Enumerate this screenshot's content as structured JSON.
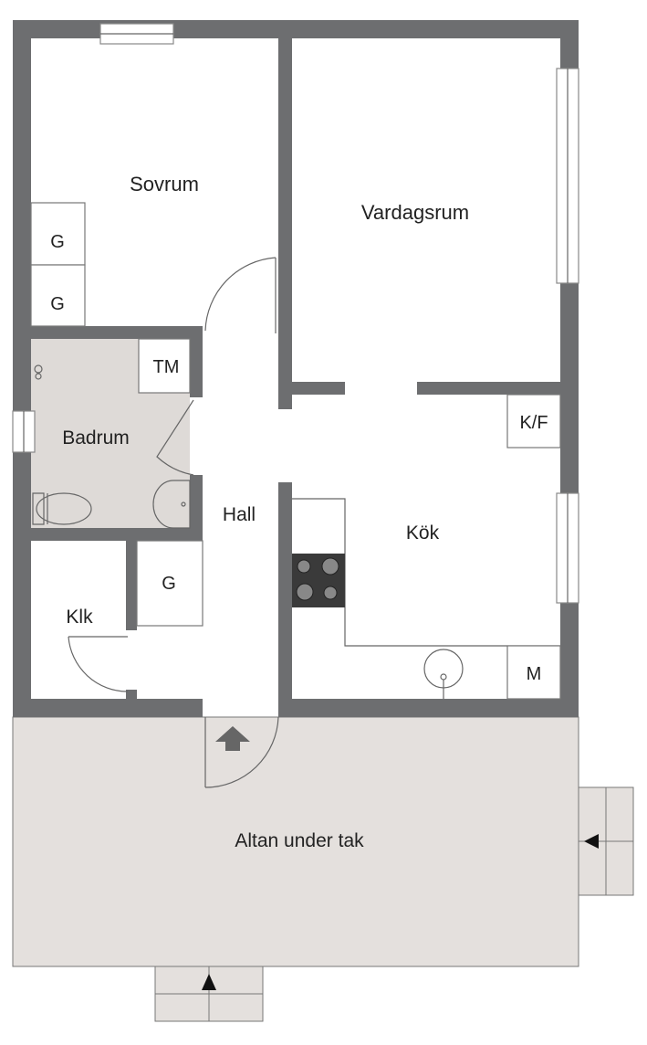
{
  "rooms": {
    "sovrum": "Sovrum",
    "vardagsrum": "Vardagsrum",
    "badrum": "Badrum",
    "hall": "Hall",
    "kok": "Kök",
    "klk": "Klk",
    "altan": "Altan under tak"
  },
  "fixtures": {
    "wardrobe_1": "G",
    "wardrobe_2": "G",
    "wardrobe_hall": "G",
    "washing_machine": "TM",
    "fridge_freezer": "K/F",
    "dishwasher": "M"
  },
  "colors": {
    "wall": "#6d6e70",
    "bathroom_floor": "#dedad7",
    "altan_floor": "#e4e0dd"
  }
}
